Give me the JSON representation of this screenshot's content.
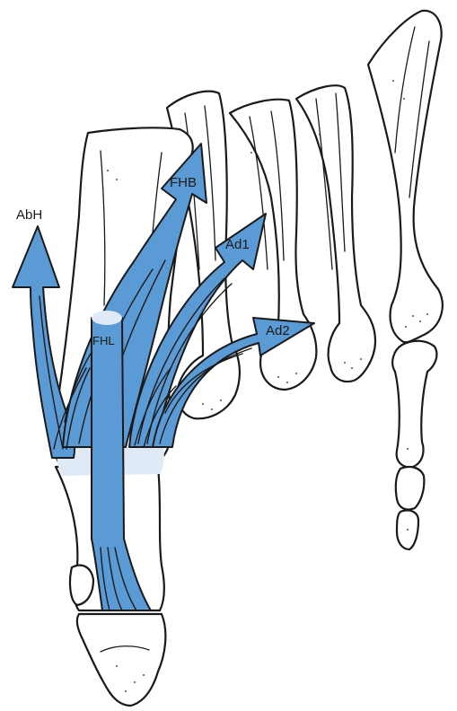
{
  "labels": {
    "abh": "AbH",
    "fhb": "FHB",
    "ad1": "Ad1",
    "ad2": "Ad2",
    "fhl": "FHL"
  },
  "colors": {
    "muscle": "#5b9bd5",
    "tendon_cap": "#cfe0f2",
    "outline": "#1a1a1a",
    "bone_fill": "#ffffff"
  }
}
